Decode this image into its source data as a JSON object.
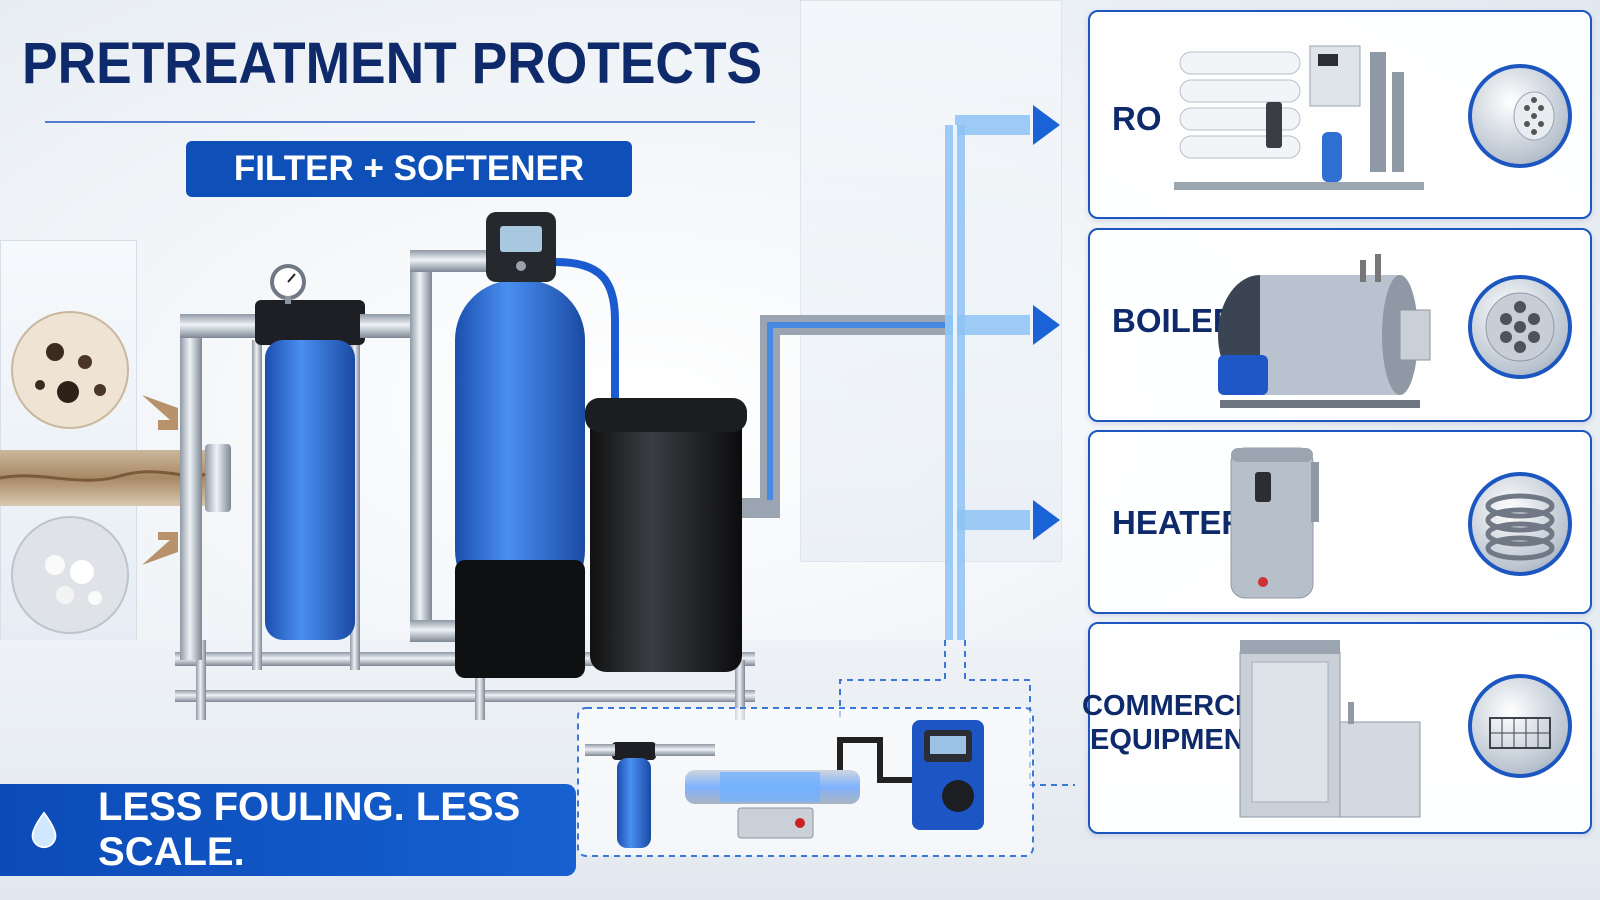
{
  "title": "PRETREATMENT PROTECTS",
  "subtitle": "FILTER + SOFTENER",
  "banner": {
    "text": "LESS FOULING. LESS SCALE.",
    "icon": "water-drop-icon"
  },
  "destinations": [
    {
      "label": "RO",
      "thumb_icon": "membrane-element-icon"
    },
    {
      "label": "BOILER",
      "thumb_icon": "fire-tube-bundle-icon"
    },
    {
      "label": "HEATER",
      "thumb_icon": "heating-coil-icon"
    },
    {
      "label_line1": "COMMERCIAL",
      "label_line2": "EQUIPMENT",
      "thumb_icon": "dishwasher-rack-icon"
    }
  ],
  "colors": {
    "primary": "#0f4fb8",
    "navy": "#0e2a6b",
    "tank_blue": "#2f6fd1",
    "water": "#5aa6ee"
  }
}
